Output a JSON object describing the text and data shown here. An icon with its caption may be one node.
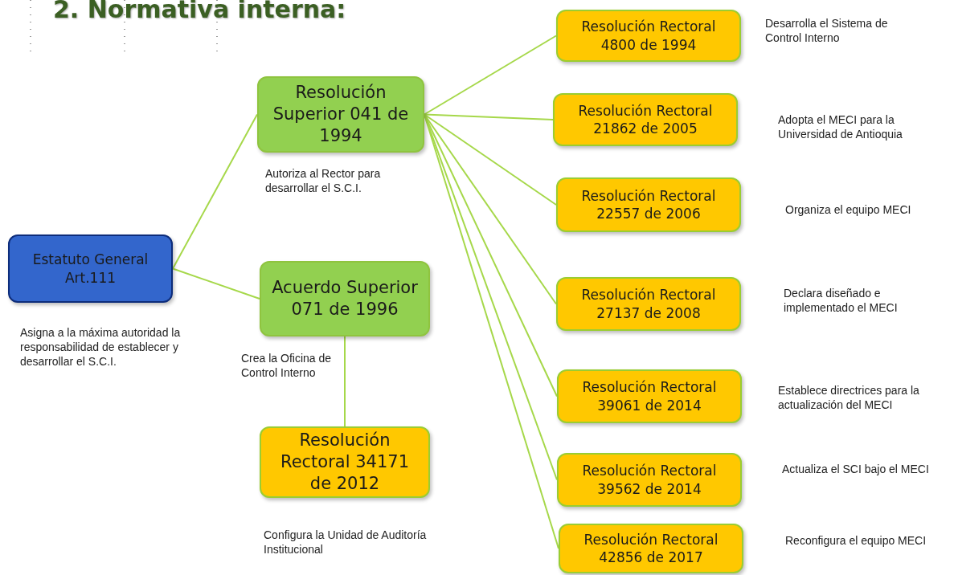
{
  "diagram": {
    "title": "2. Normativa interna:",
    "nodes": [
      {
        "text": [
          "Estatuto General Art.111"
        ],
        "beside": [
          "Asigna a la máxima autoridad la responsabilidad de establecer y desarrollar el S.C.I."
        ]
      },
      {
        "text": [
          "Resolución Superior 041 de 1994"
        ],
        "beside": [
          "Autoriza al Rector para desarrollar el S.C.I."
        ]
      },
      {
        "text": [
          "Acuerdo Superior 071 de 1996"
        ],
        "beside": [
          "Crea la Oficina de Control Interno"
        ]
      },
      {
        "text": [
          "Resolución Rectoral 34171 de 2012"
        ],
        "beside": [
          "Configura la Unidad de Auditoría Institucional"
        ]
      },
      {
        "text": [
          "Resolución Rectoral 4800 de 1994"
        ],
        "beside": [
          "Desarrolla el Sistema de Control Interno"
        ]
      },
      {
        "text": [
          "Resolución Rectoral 21862 de 2005"
        ],
        "beside": [
          "Adopta el MECI para la Universidad de Antioquia"
        ]
      },
      {
        "text": [
          "Resolución Rectoral 22557 de 2006"
        ],
        "beside": [
          "Organiza el equipo MECI"
        ]
      },
      {
        "text": [
          "Resolución Rectoral 27137 de 2008"
        ],
        "beside": [
          "Declara diseñado e implementado el MECI"
        ]
      },
      {
        "text": [
          "Resolución Rectoral 39061 de 2014"
        ],
        "beside": [
          "Establece directrices para la actualización del MECI"
        ]
      },
      {
        "text": [
          "Resolución Rectoral 39562 de 2014"
        ],
        "beside": [
          "Actualiza el SCI bajo el MECI"
        ]
      },
      {
        "text": [
          "Resolución Rectoral 42856 de 2017"
        ],
        "beside": [
          "Reconfigura el equipo MECI"
        ]
      }
    ],
    "edges": [
      {
        "from": 0,
        "to": 1,
        "arrow": "none"
      },
      {
        "from": 0,
        "to": 2,
        "arrow": "none"
      },
      {
        "from": 2,
        "to": 3,
        "arrow": "none"
      },
      {
        "from": 1,
        "to": 4,
        "arrow": "none"
      },
      {
        "from": 1,
        "to": 5,
        "arrow": "none"
      },
      {
        "from": 1,
        "to": 6,
        "arrow": "none"
      },
      {
        "from": 1,
        "to": 7,
        "arrow": "none"
      },
      {
        "from": 1,
        "to": 8,
        "arrow": "none"
      },
      {
        "from": 1,
        "to": 9,
        "arrow": "none"
      },
      {
        "from": 1,
        "to": 10,
        "arrow": "none"
      }
    ]
  }
}
